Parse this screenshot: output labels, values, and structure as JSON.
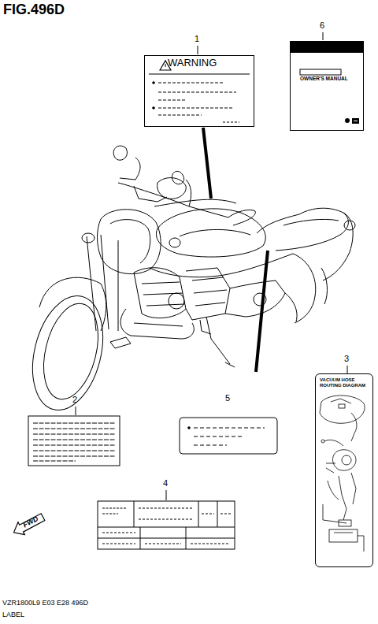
{
  "diagram": {
    "title": "FIG.496D",
    "nodes": [
      {
        "text": [
          "WARNING"
        ]
      },
      {
        "text": [
          "OWNER'S MANUAL"
        ]
      },
      {
        "text": [
          "VACUUM HOSE ROUTING DIAGRAM"
        ]
      },
      {
        "text": [
          "FWD"
        ]
      }
    ],
    "labels": [
      "1",
      "6",
      "2",
      "5",
      "3",
      "4",
      "VZR1800L9 E03 E28 496D",
      "LABEL"
    ]
  }
}
